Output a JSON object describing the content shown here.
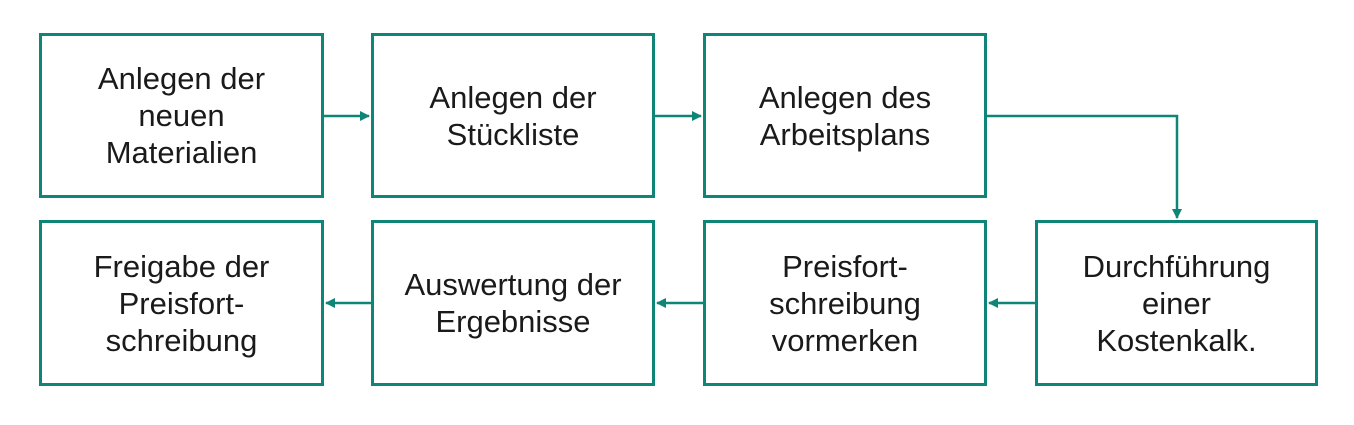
{
  "colors": {
    "accent": "#0e8577",
    "text": "#1a1a1a",
    "background": "#ffffff"
  },
  "steps": [
    {
      "label": "Anlegen der\nneuen\nMaterialien"
    },
    {
      "label": "Anlegen der\nStückliste"
    },
    {
      "label": "Anlegen des\nArbeitsplans"
    },
    {
      "label": "Durchführung\neiner\nKostenkalk."
    },
    {
      "label": "Preisfort-\nschreibung\nvormerken"
    },
    {
      "label": "Auswertung der\nErgebnisse"
    },
    {
      "label": "Freigabe der\nPreisfort-\nschreibung"
    }
  ]
}
